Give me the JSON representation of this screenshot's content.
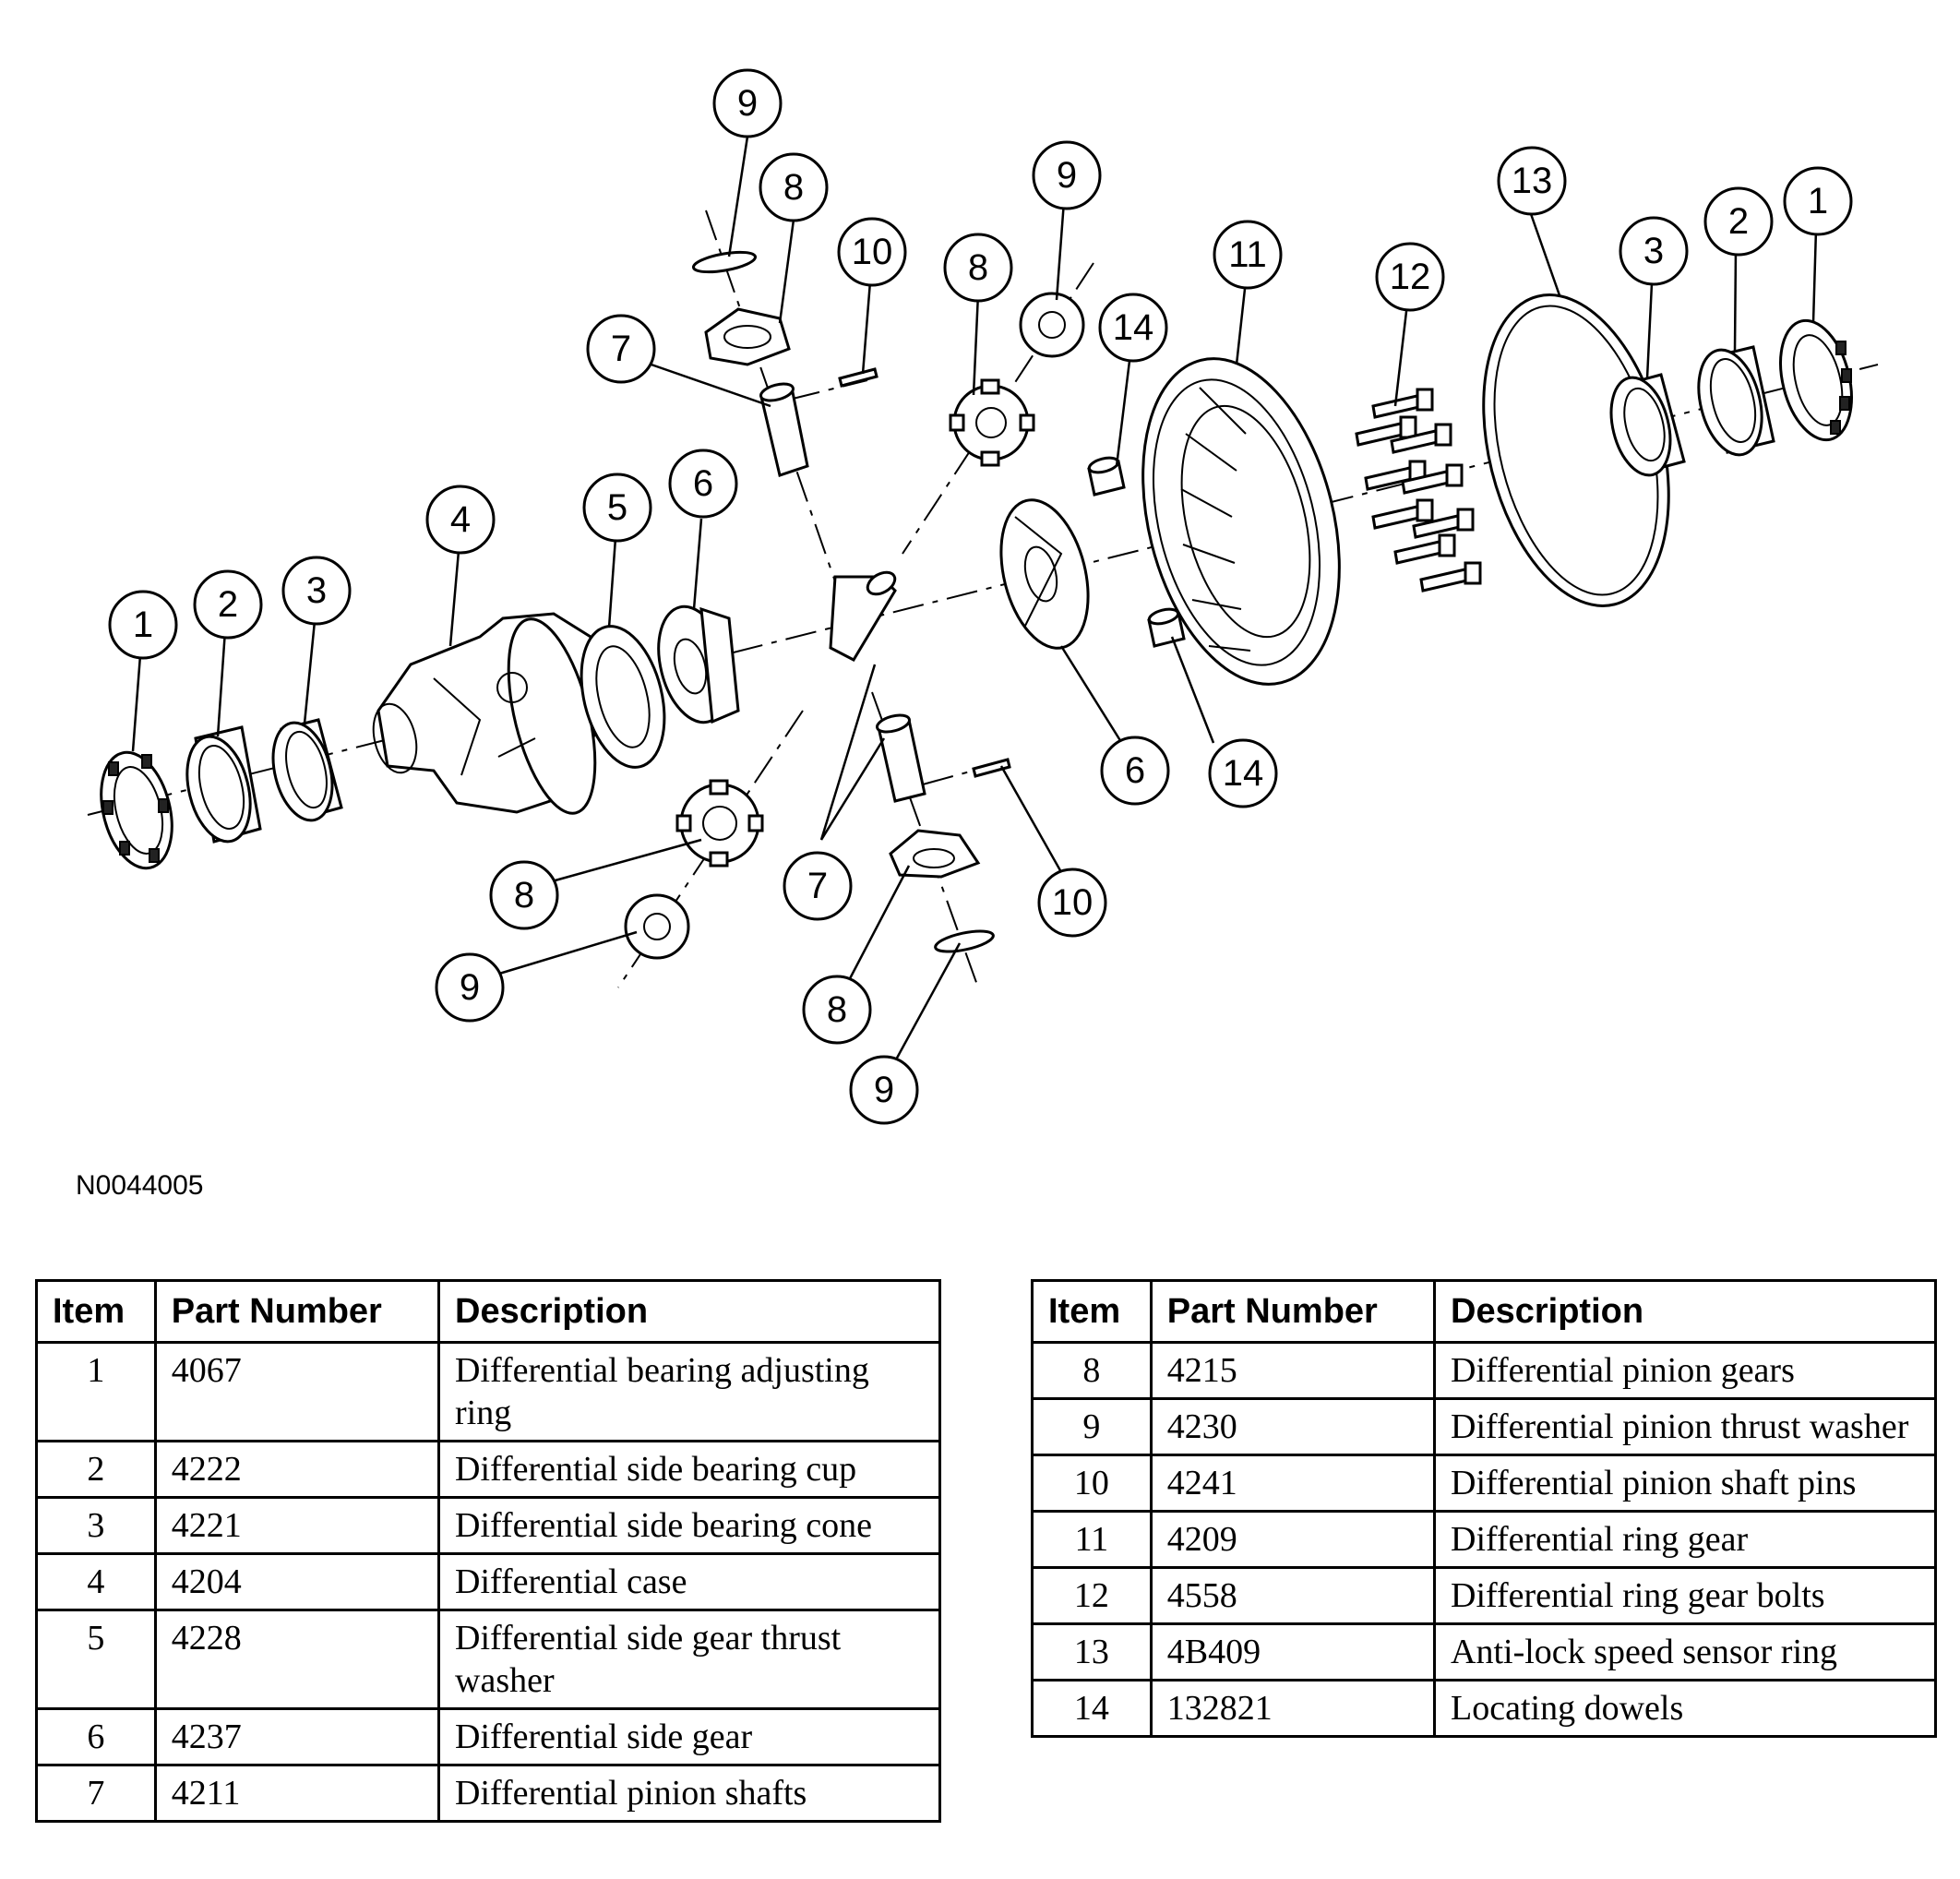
{
  "figure": {
    "code": "N0044005"
  },
  "callouts": [
    "9",
    "8",
    "10",
    "7",
    "8",
    "9",
    "14",
    "11",
    "12",
    "13",
    "3",
    "2",
    "1",
    "4",
    "5",
    "6",
    "1",
    "2",
    "3",
    "6",
    "14",
    "8",
    "7",
    "10",
    "9",
    "8",
    "9"
  ],
  "tables": {
    "left": {
      "headers": {
        "item": "Item",
        "part_number": "Part Number",
        "description": "Description"
      },
      "rows": [
        {
          "item": "1",
          "part_number": "4067",
          "description": "Differential bearing adjusting ring"
        },
        {
          "item": "2",
          "part_number": "4222",
          "description": "Differential side bearing cup"
        },
        {
          "item": "3",
          "part_number": "4221",
          "description": "Differential side bearing cone"
        },
        {
          "item": "4",
          "part_number": "4204",
          "description": "Differential case"
        },
        {
          "item": "5",
          "part_number": "4228",
          "description": "Differential side gear thrust washer"
        },
        {
          "item": "6",
          "part_number": "4237",
          "description": "Differential side gear"
        },
        {
          "item": "7",
          "part_number": "4211",
          "description": "Differential pinion shafts"
        }
      ]
    },
    "right": {
      "headers": {
        "item": "Item",
        "part_number": "Part Number",
        "description": "Description"
      },
      "rows": [
        {
          "item": "8",
          "part_number": "4215",
          "description": "Differential pinion gears"
        },
        {
          "item": "9",
          "part_number": "4230",
          "description": "Differential pinion thrust washer"
        },
        {
          "item": "10",
          "part_number": "4241",
          "description": "Differential pinion shaft pins"
        },
        {
          "item": "11",
          "part_number": "4209",
          "description": "Differential ring gear"
        },
        {
          "item": "12",
          "part_number": "4558",
          "description": "Differential ring gear bolts"
        },
        {
          "item": "13",
          "part_number": "4B409",
          "description": "Anti-lock speed sensor ring"
        },
        {
          "item": "14",
          "part_number": "132821",
          "description": "Locating dowels"
        }
      ]
    }
  }
}
